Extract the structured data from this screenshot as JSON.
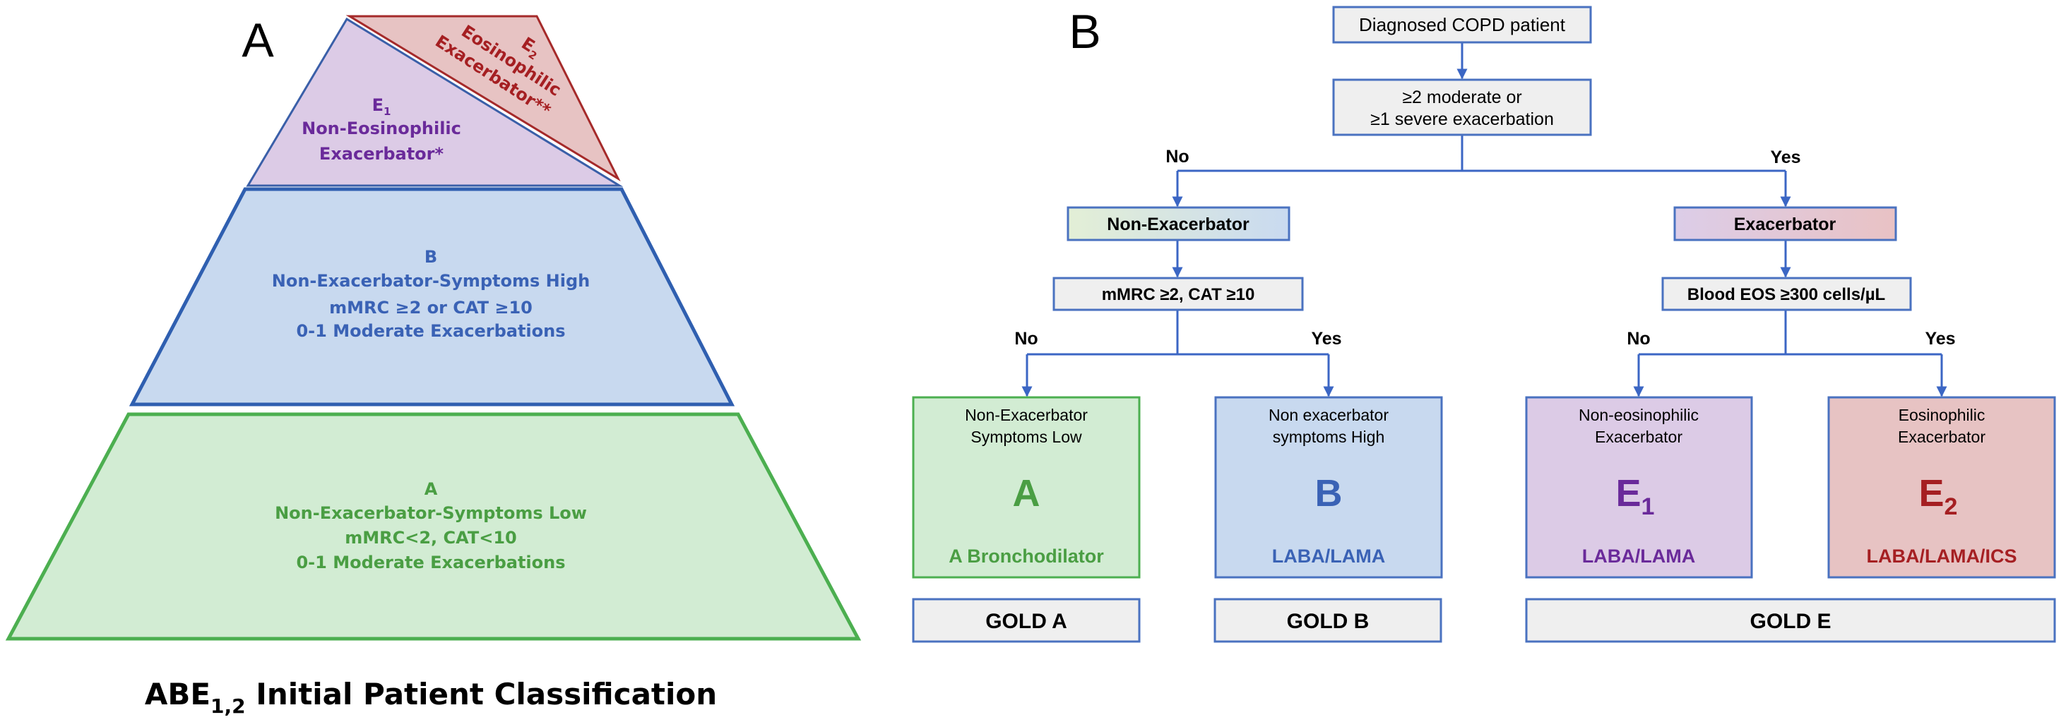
{
  "panel_a": {
    "label": "A",
    "e2": {
      "letter": "E",
      "sub": "2",
      "line1": "Eosinophilic",
      "line2": "Exacerbator**"
    },
    "e1": {
      "letter": "E",
      "sub": "1",
      "line1": "Non-Eosinophilic",
      "line2": "Exacerbator*"
    },
    "b": {
      "letter": "B",
      "line1": "Non-Exacerbator-Symptoms High",
      "line2": "mMRC ≥2 or CAT ≥10",
      "line3": "0-1 Moderate Exacerbations"
    },
    "a": {
      "letter": "A",
      "line1": "Non-Exacerbator-Symptoms Low",
      "line2": "mMRC<2, CAT<10",
      "line3": "0-1 Moderate Exacerbations"
    },
    "title": {
      "pre": "ABE",
      "sub": "1,2",
      "post": " Initial Patient Classification"
    }
  },
  "panel_b": {
    "label": "B",
    "start": "Diagnosed COPD patient",
    "question1": {
      "line1": "≥2 moderate or",
      "line2": "≥1 severe exacerbation"
    },
    "no": "No",
    "yes": "Yes",
    "non_exacerbator": "Non-Exacerbator",
    "exacerbator": "Exacerbator",
    "question2": "mMRC ≥2, CAT ≥10",
    "question3": "Blood EOS ≥300 cells/µL",
    "groups": [
      {
        "line1": "Non-Exacerbator",
        "line2": "Symptoms Low",
        "letter": "A",
        "sub": "",
        "therapy": "A Bronchodilator",
        "color": "#4a9e43"
      },
      {
        "line1": "Non exacerbator",
        "line2": "symptoms High",
        "letter": "B",
        "sub": "",
        "therapy": "LABA/LAMA",
        "color": "#3a62b5"
      },
      {
        "line1": "Non-eosinophilic",
        "line2": "Exacerbator",
        "letter": "E",
        "sub": "1",
        "therapy": "LABA/LAMA",
        "color": "#6a2a9a"
      },
      {
        "line1": "Eosinophilic",
        "line2": "Exacerbator",
        "letter": "E",
        "sub": "2",
        "therapy": "LABA/LAMA/ICS",
        "color": "#a51f22"
      }
    ],
    "gold": [
      "GOLD A",
      "GOLD B",
      "GOLD E"
    ]
  },
  "colors": {
    "green_fill": "#d2ecd3",
    "green_stroke": "#4caf50",
    "blue_fill": "#c8d9ef",
    "blue_stroke": "#2f5fb0",
    "purple_fill": "#dccbe6",
    "purple_stroke": "#3a5fa8",
    "red_fill": "#e7c3c3",
    "red_stroke": "#a52a2a",
    "connector": "#3b66c4"
  }
}
